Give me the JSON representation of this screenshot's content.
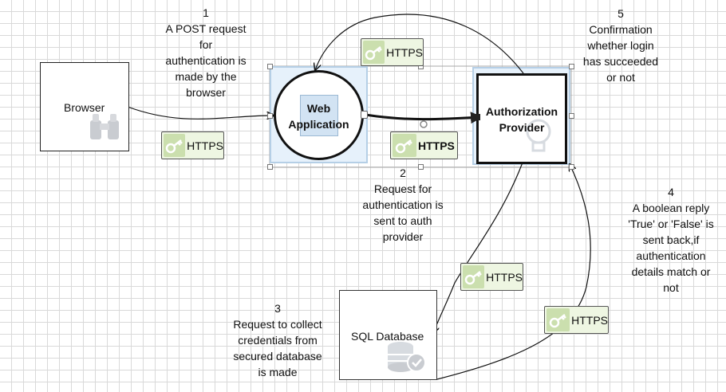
{
  "nodes": {
    "browser": "Browser",
    "web_app": "Web\nApplication",
    "auth_provider": "Authorization\nProvider",
    "sql_db": "SQL Database"
  },
  "https_label": "HTTPS",
  "notes": {
    "n1_num": "1",
    "n1_text": "A POST request\nfor\nauthentication is\nmade by the\nbrowser",
    "n2_num": "2",
    "n2_text": "Request for\nauthentication is\nsent to auth\nprovider",
    "n3_num": "3",
    "n3_text": "Request to collect\ncredentials from\nsecured database\nis made",
    "n4_num": "4",
    "n4_text": "A boolean reply\n'True' or 'False' is\nsent back,if\nauthentication\ndetails match or\nnot",
    "n5_num": "5",
    "n5_text": "Confirmation\nwhether login\nhas succeeded\nor not"
  },
  "colors": {
    "https_fill": "#eef6e2",
    "key_fill": "#cbdfae",
    "key_icon": "#ffffff",
    "selection_fill": "#e6f1fb",
    "selection_border": "#b5cfe6",
    "icon_gray": "#c9ccd1"
  },
  "icons": [
    "binoculars-icon",
    "lightbulb-icon",
    "database-check-icon",
    "key-icon"
  ]
}
